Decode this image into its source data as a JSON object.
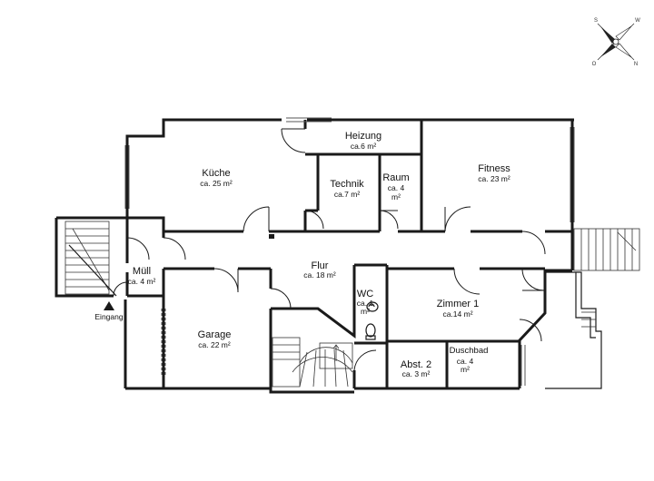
{
  "rooms": {
    "heizung": {
      "name": "Heizung",
      "area": "ca.6 m²"
    },
    "kueche": {
      "name": "Küche",
      "area": "ca. 25 m²"
    },
    "technik": {
      "name": "Technik",
      "area": "ca.7 m²"
    },
    "raum": {
      "name": "Raum",
      "area1": "ca. 4",
      "area2": "m²"
    },
    "fitness": {
      "name": "Fitness",
      "area": "ca. 23 m²"
    },
    "muell": {
      "name": "Müll",
      "area": "ca. 4 m²"
    },
    "flur": {
      "name": "Flur",
      "area": "ca. 18 m²"
    },
    "wc": {
      "name": "WC",
      "area1": "ca. 1",
      "area2": "m²"
    },
    "zimmer1": {
      "name": "Zimmer 1",
      "area": "ca.14 m²"
    },
    "garage": {
      "name": "Garage",
      "area": "ca. 22 m²"
    },
    "abst2": {
      "name": "Abst. 2",
      "area": "ca. 3 m²"
    },
    "duschbad": {
      "name": "Duschbad",
      "area1": "ca. 4",
      "area2": "m²"
    }
  },
  "entrance": {
    "label": "Eingang"
  },
  "compass": {
    "n": "N",
    "s": "S",
    "o": "O",
    "w": "W",
    "icon": "compass-rose-icon"
  }
}
